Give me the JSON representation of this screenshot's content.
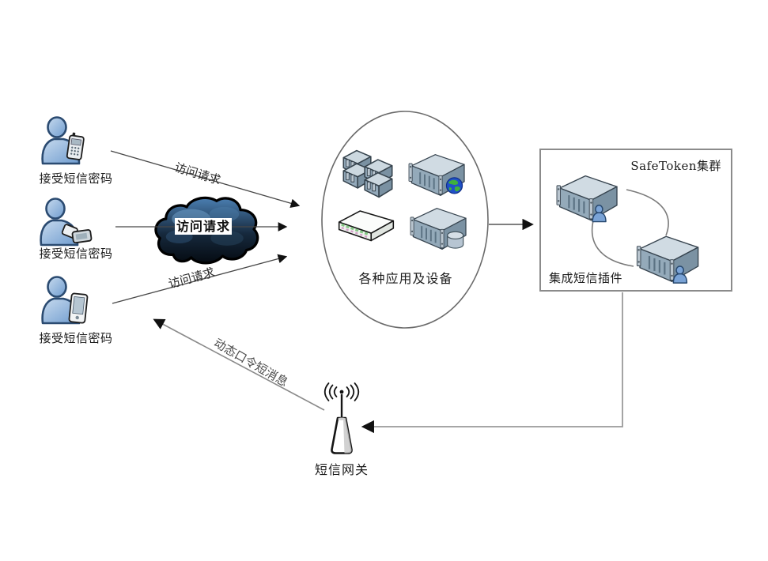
{
  "users": [
    {
      "label": "接受短信密码",
      "icon": "user-with-mobile-phone-icon"
    },
    {
      "label": "接受短信密码",
      "icon": "user-with-flip-phone-icon"
    },
    {
      "label": "接受短信密码",
      "icon": "user-with-pda-icon"
    }
  ],
  "access_requests": {
    "top_label": "访问请求",
    "middle_label": "访问请求",
    "bottom_label": "访问请求"
  },
  "apps_ellipse": {
    "label": "各种应用及设备",
    "icons": [
      "server-stack-icon",
      "web-server-icon",
      "router-icon",
      "database-server-icon"
    ]
  },
  "cluster_box": {
    "title": "SafeToken集群",
    "plugin_label": "集成短信插件",
    "icons": [
      "sms-server-icon",
      "sms-server-icon"
    ]
  },
  "sms_gateway": {
    "label": "短信网关",
    "icon": "antenna-icon"
  },
  "return_message": {
    "label": "动态口令短消息"
  },
  "colors": {
    "background": "#ffffff",
    "person_blue": "#7aa3d6",
    "cloud_dark": "#0b1724",
    "cloud_light": "#4b7fb2",
    "server_front": "#94aaba",
    "server_top": "#d0dbe3",
    "globe_blue": "#2050c8",
    "globe_green": "#3fb03f",
    "arrow_black": "#111111",
    "line_dark": "#474747",
    "line_gray": "#9a9a9a",
    "box_border": "#8b8b8b"
  }
}
